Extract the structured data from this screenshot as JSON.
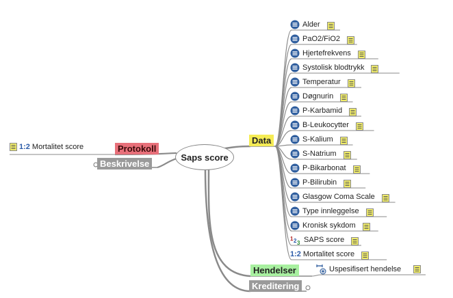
{
  "center": {
    "label": "Saps score"
  },
  "left": {
    "protokoll": {
      "label": "Protokoll",
      "color": "#e8707a"
    },
    "beskrivelse": {
      "label": "Beskrivelse",
      "color": "#9a9a9a"
    },
    "mortalitet": {
      "prefix": "1:2",
      "label": "Mortalitet score"
    }
  },
  "data_branch": {
    "label": "Data",
    "color": "#f5ec55",
    "items": [
      {
        "label": "Alder",
        "icon": "list-icon"
      },
      {
        "label": "PaO2/FiO2",
        "icon": "list-icon"
      },
      {
        "label": "Hjertefrekvens",
        "icon": "list-icon"
      },
      {
        "label": "Systolisk blodtrykk",
        "icon": "list-icon"
      },
      {
        "label": "Temperatur",
        "icon": "list-icon"
      },
      {
        "label": "Døgnurin",
        "icon": "list-icon"
      },
      {
        "label": "P-Karbamid",
        "icon": "list-icon"
      },
      {
        "label": "B-Leukocytter",
        "icon": "list-icon"
      },
      {
        "label": "S-Kalium",
        "icon": "list-icon"
      },
      {
        "label": "S-Natrium",
        "icon": "list-icon"
      },
      {
        "label": "P-Bikarbonat",
        "icon": "list-icon"
      },
      {
        "label": "P-Bilirubin",
        "icon": "list-icon"
      },
      {
        "label": "Glasgow Coma Scale",
        "icon": "list-icon"
      },
      {
        "label": "Type innleggelse",
        "icon": "list-icon"
      },
      {
        "label": "Kronisk sykdom",
        "icon": "list-icon"
      },
      {
        "label": "SAPS score",
        "icon": "sequence-icon"
      },
      {
        "label": "Mortalitet score",
        "icon": "ratio-icon",
        "prefix": "1:2"
      }
    ]
  },
  "hendelser": {
    "label": "Hendelser",
    "color": "#a8f0a0",
    "child": {
      "label": "Uspesifisert hendelse"
    }
  },
  "kreditering": {
    "label": "Kreditering",
    "color": "#9a9a9a"
  },
  "colors": {
    "line": "#8a8a8a",
    "note": "#f3ef6a",
    "list_icon": "#2f5e9e"
  }
}
